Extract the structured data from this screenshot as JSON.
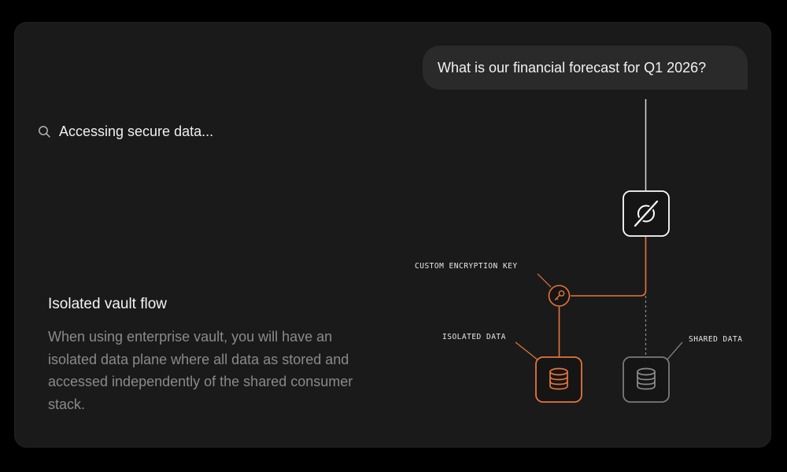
{
  "chat": {
    "question": "What is our financial forecast for Q1 2026?"
  },
  "status": {
    "text": "Accessing secure data...",
    "icon": "search-icon"
  },
  "info": {
    "title": "Isolated vault flow",
    "description": "When using enterprise vault, you will have an isolated data plane where all data as stored and accessed independently of the shared consumer stack."
  },
  "diagram": {
    "labels": {
      "encryption_key": "CUSTOM ENCRYPTION KEY",
      "isolated_data": "ISOLATED DATA",
      "shared_data": "SHARED DATA"
    },
    "colors": {
      "accent": "#e8743b",
      "neutral": "#8c8c8c",
      "white": "#ffffff"
    },
    "icons": {
      "gateway": "slashed-circle-logo-icon",
      "key": "key-icon",
      "isolated_db": "database-icon",
      "shared_db": "database-icon"
    }
  }
}
